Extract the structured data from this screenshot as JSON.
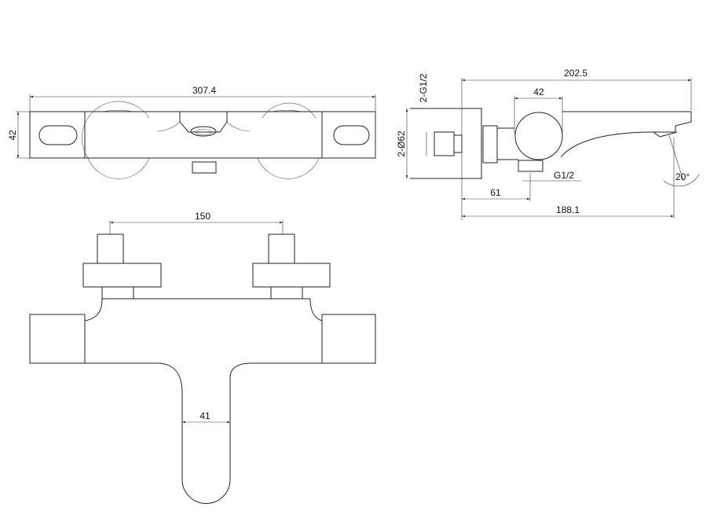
{
  "top_view": {
    "width_label": "307.4",
    "height_label": "42"
  },
  "side_view": {
    "length_label": "202.5",
    "knob_label": "42",
    "inlet_thread_label": "2-G1/2",
    "plate_diameter_label": "2-Ø62",
    "outlet_thread_label": "G1/2",
    "angle_label": "20°",
    "outlet_offset_label": "61",
    "spout_reach_label": "188.1"
  },
  "front_view": {
    "centers_label": "150",
    "spout_width_label": "41"
  }
}
